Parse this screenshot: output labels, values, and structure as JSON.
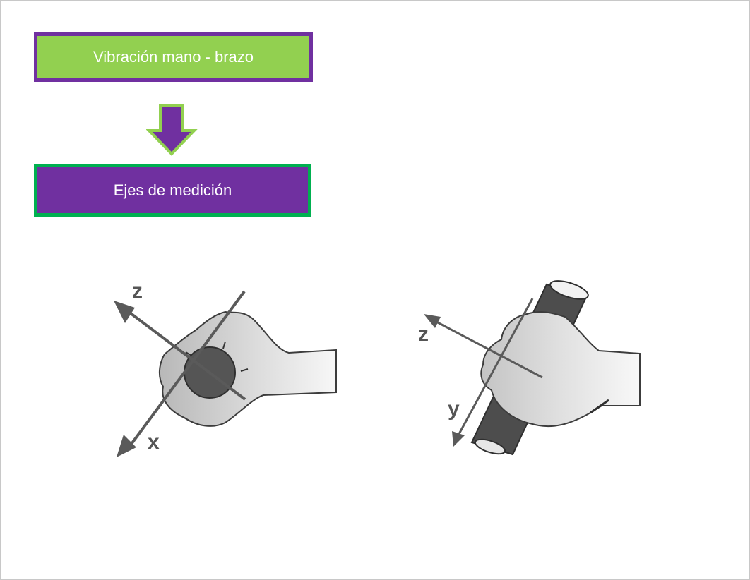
{
  "flow": {
    "top_box": "Vibración mano - brazo",
    "bottom_box": "Ejes de medición"
  },
  "figure_left": {
    "axis_z": "z",
    "axis_x": "x"
  },
  "figure_right": {
    "axis_z": "z",
    "axis_y": "y"
  },
  "colors": {
    "green": "#92d050",
    "purple": "#7030a0",
    "dark_green": "#00b050",
    "axis_gray": "#5a5a5a"
  }
}
